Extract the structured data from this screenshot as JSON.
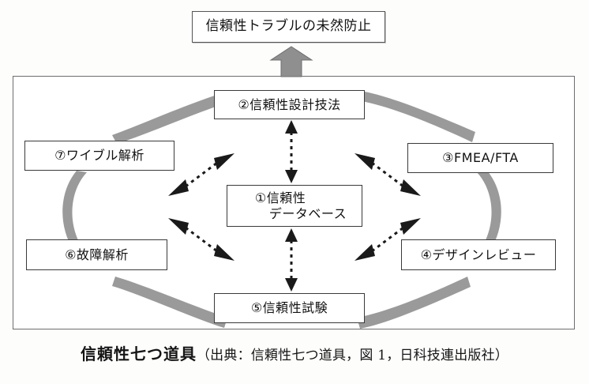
{
  "diagram": {
    "type": "cycle-diagram",
    "goal": {
      "label": "信頼性トラブルの未然防止"
    },
    "hub": {
      "number": "①",
      "line1": "①信頼性",
      "line2": "データベース",
      "label": "①信頼性データベース"
    },
    "nodes": [
      {
        "id": "node-2",
        "number": "②",
        "label": "②信頼性設計技法",
        "position": "top-center"
      },
      {
        "id": "node-3",
        "number": "③",
        "label": "③FMEA/FTA",
        "position": "right-upper"
      },
      {
        "id": "node-4",
        "number": "④",
        "label": "④デザインレビュー",
        "position": "right-lower"
      },
      {
        "id": "node-5",
        "number": "⑤",
        "label": "⑤信頼性試験",
        "position": "bottom-center"
      },
      {
        "id": "node-6",
        "number": "⑥",
        "label": "⑥故障解析",
        "position": "left-lower"
      },
      {
        "id": "node-7",
        "number": "⑦",
        "label": "⑦ワイブル解析",
        "position": "left-upper"
      }
    ],
    "connectors": {
      "goal_arrow": "thick-gray-up-arrow",
      "cycle_bands": [
        "arc-top-left",
        "arc-top-right",
        "arc-right",
        "arc-bottom-right",
        "arc-bottom-left",
        "arc-left"
      ],
      "hub_links": [
        "dashed-double-arrow-up",
        "dashed-double-arrow-down",
        "dashed-double-arrow-upper-left",
        "dashed-double-arrow-upper-right",
        "dashed-double-arrow-lower-left",
        "dashed-double-arrow-lower-right"
      ]
    }
  },
  "caption": {
    "title": "信頼性七つ道具",
    "source": "（出典：信頼性七つ道具，図 1，日科技連出版社）"
  },
  "colors": {
    "band_gray": "#9a9a9a",
    "box_border": "#3a3a3a",
    "frame_border": "#6d6d6d",
    "text": "#111111",
    "background": "#ffffff"
  }
}
